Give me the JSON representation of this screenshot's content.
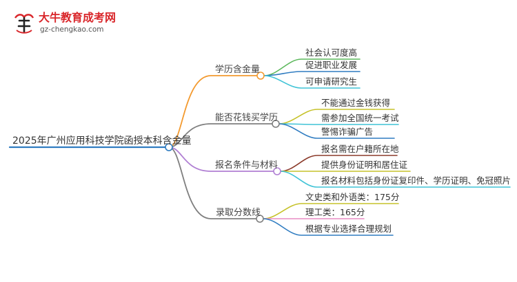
{
  "logo": {
    "title": "大牛教育成考网",
    "url": "gz-chengkao.com"
  },
  "mindmap": {
    "root": "2025年广州应用科技学院函授本科含金量",
    "branches": [
      {
        "label": "学历含金量",
        "color": "#f39a2f",
        "children": [
          {
            "label": "社会认可度高",
            "color": "#5cb85c"
          },
          {
            "label": "促进职业发展",
            "color": "#2f7cc1"
          },
          {
            "label": "可申请研究生",
            "color": "#3fc3d6"
          }
        ]
      },
      {
        "label": "能否花钱买学历",
        "color": "#7f7f7f",
        "children": [
          {
            "label": "不能通过金钱获得",
            "color": "#c6c22a"
          },
          {
            "label": "需参加全国统一考试",
            "color": "#3fc3d6"
          },
          {
            "label": "警惕诈骗广告",
            "color": "#2f7cc1"
          }
        ]
      },
      {
        "label": "报名条件与材料",
        "color": "#b07fd3",
        "children": [
          {
            "label": "报名需在户籍所在地",
            "color": "#8b3a2a"
          },
          {
            "label": "提供身份证明和居住证",
            "color": "#c6c22a"
          },
          {
            "label": "报名材料包括身份证复印件、学历证明、免冠照片",
            "color": "#3fc3d6"
          }
        ]
      },
      {
        "label": "录取分数线",
        "color": "#7f7f7f",
        "children": [
          {
            "label": "文史类和外语类：175分",
            "color": "#c6c22a"
          },
          {
            "label": "理工类：165分",
            "color": "#e88bc4"
          },
          {
            "label": "根据专业选择合理规划",
            "color": "#2f7cc1"
          }
        ]
      }
    ]
  }
}
